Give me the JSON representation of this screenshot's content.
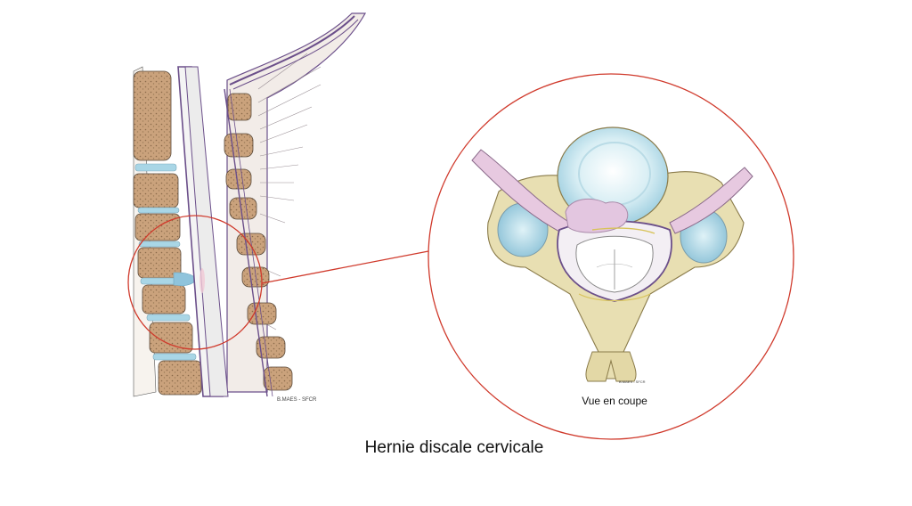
{
  "spine_credit": "B.MAES - SFCR",
  "section_credit": "B.MAES - SFCR",
  "section_caption": "Vue en coupe",
  "slide_title": "Hernie discale cervicale",
  "colors": {
    "callout_red": "#d03a2c",
    "bone_tan": "#c9a27a",
    "disc_blue": "#a9d6e6",
    "vertebra_cream": "#e8dfb2",
    "cord_white": "#f4f4f4",
    "hernia_pink": "#e3c6e0",
    "sheath_purple": "#6b4f8a"
  }
}
